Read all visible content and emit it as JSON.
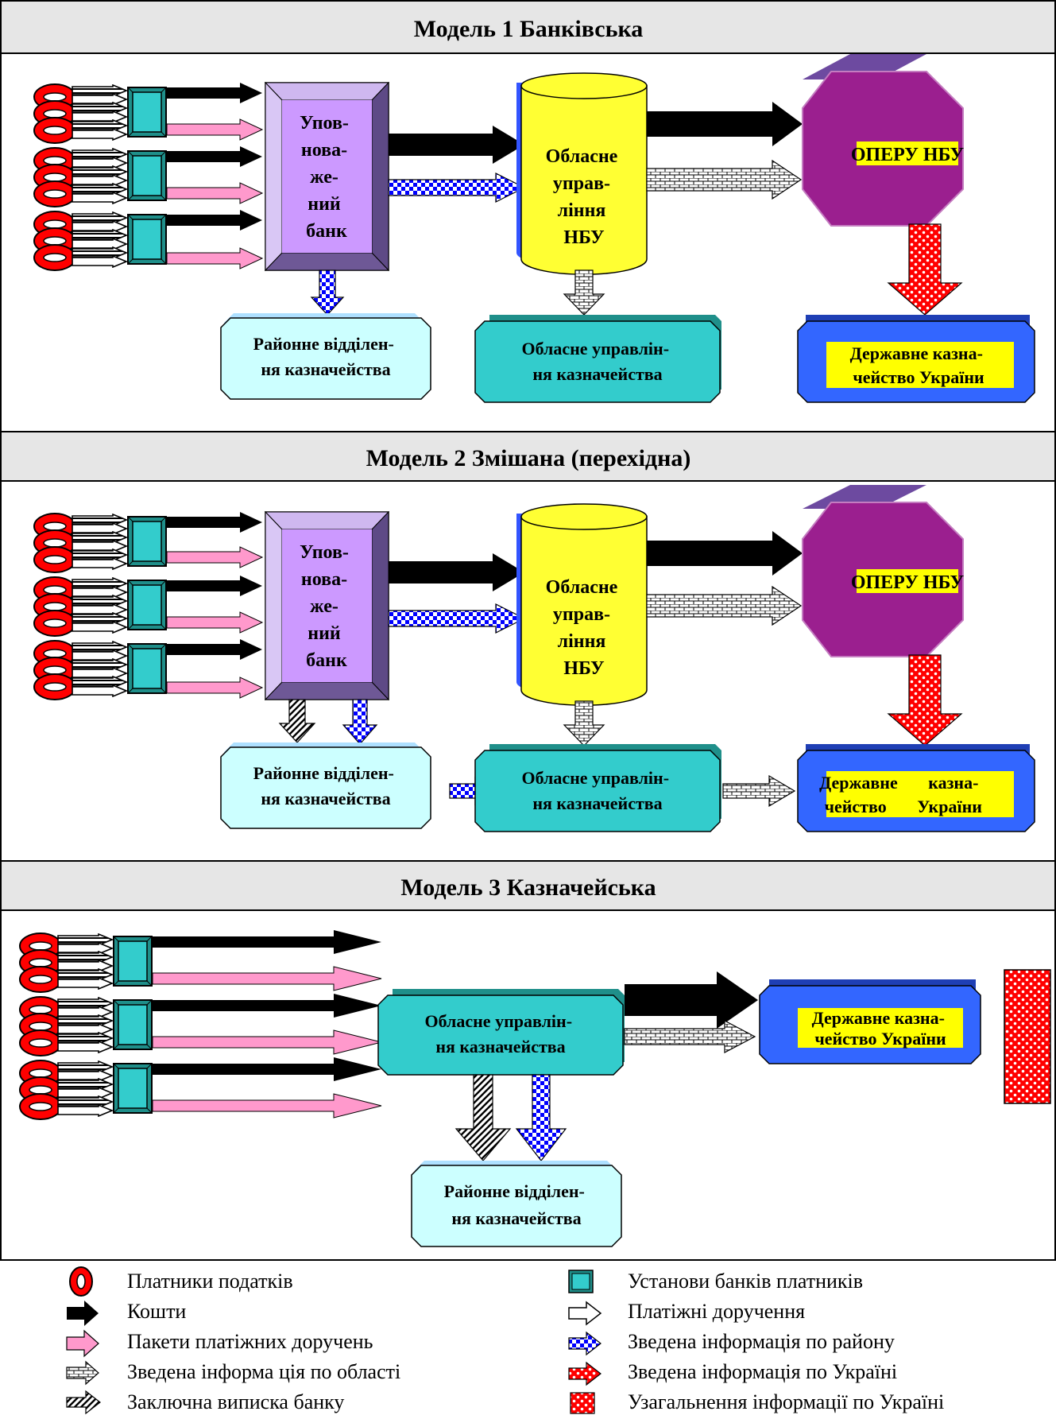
{
  "models": [
    {
      "title": "Модель 1 Банківська",
      "bank": [
        "Упов-",
        "нова-",
        "же-",
        "ний",
        "банк"
      ],
      "nbu_region": [
        "Обласне",
        "управ-",
        "ління",
        "НБУ"
      ],
      "opery": "ОПЕРУ НБУ",
      "district": [
        "Районне відділен-",
        "ня казначейства"
      ],
      "oblast": [
        "Обласне управлін-",
        "ня казначейства"
      ],
      "state": [
        "Державне казна-",
        "чейство    України"
      ]
    },
    {
      "title": "Модель 2 Змішана (перехідна)",
      "bank": [
        "Упов-",
        "нова-",
        "же-",
        "ний",
        "банк"
      ],
      "nbu_region": [
        "Обласне",
        "управ-",
        "ління",
        "НБУ"
      ],
      "opery": "ОПЕРУ НБУ",
      "district": [
        "Районне відділен-",
        "ня казначейства"
      ],
      "oblast": [
        "Обласне управлін-",
        "ня казначейства"
      ],
      "state": [
        "Державне       казна-",
        "чейство       України"
      ]
    },
    {
      "title": "Модель 3 Казначейська",
      "oblast": [
        "Обласне управлін-",
        "ня казначейства"
      ],
      "state": [
        "Державне казна-",
        "чейство України"
      ],
      "district": [
        "Районне відділен-",
        "ня казначейства"
      ]
    }
  ],
  "legend": [
    {
      "icon": "taxpayer-icon",
      "label": "Платники податків"
    },
    {
      "icon": "bank-institution-icon",
      "label": "Установи банків платників"
    },
    {
      "icon": "funds-arrow-icon",
      "label": "Кошти"
    },
    {
      "icon": "payment-order-arrow-icon",
      "label": "Платіжні доручення"
    },
    {
      "icon": "payment-packages-arrow-icon",
      "label": "Пакети платіжних доручень"
    },
    {
      "icon": "district-info-arrow-icon",
      "label": "Зведена інформація по району"
    },
    {
      "icon": "region-info-arrow-icon",
      "label": "Зведена інформа ція по області"
    },
    {
      "icon": "ukraine-info-arrow-icon",
      "label": "Зведена інформація по Україні"
    },
    {
      "icon": "bank-statement-arrow-icon",
      "label": "Заключна виписка банку"
    },
    {
      "icon": "ukraine-summary-icon",
      "label": "Узагальнення інформації по Україні"
    }
  ],
  "colors": {
    "header_bg": "#e6e6e6",
    "bank": "#cc99ff",
    "bank_dark": "#8a6fb8",
    "nbu": "#ffff33",
    "opery": "#9b1f8f",
    "opery_top": "#6d4aa0",
    "district": "#ccffff",
    "oblast": "#33cccc",
    "state": "#3366ff",
    "label_bg": "#ffff00",
    "pink": "#ff99cc",
    "red": "#ff0000",
    "blue_check": "#0000ff",
    "teal_box": "#33cccc"
  }
}
